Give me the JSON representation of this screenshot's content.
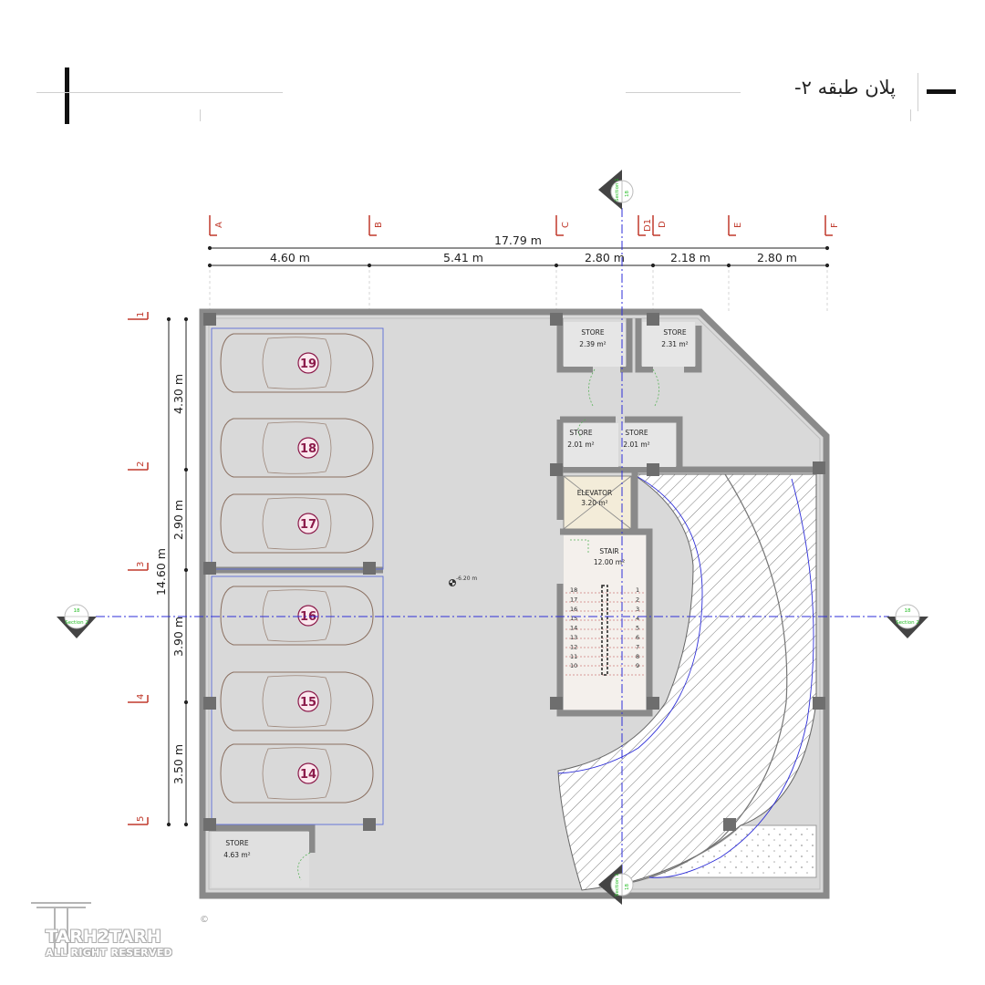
{
  "title": "پلان طبقه ۲-",
  "grid_x": [
    "A",
    "B",
    "C",
    "D1",
    "D",
    "E",
    "F"
  ],
  "grid_y": [
    "1",
    "2",
    "3",
    "4",
    "5"
  ],
  "dims_top": {
    "total": "17.79 m",
    "spans": [
      "4.60 m",
      "5.41 m",
      "2.80 m",
      "2.18 m",
      "2.80 m"
    ]
  },
  "dims_left": {
    "total": "14.60 m",
    "spans": [
      "4.30 m",
      "2.90 m",
      "3.90 m",
      "3.50 m"
    ]
  },
  "parking_numbers": [
    "19",
    "18",
    "17",
    "16",
    "15",
    "14"
  ],
  "rooms": {
    "store_1": {
      "name": "STORE",
      "area": "2.39 m²"
    },
    "store_2": {
      "name": "STORE",
      "area": "2.31 m²"
    },
    "store_3": {
      "name": "STORE",
      "area": "2.01 m²"
    },
    "store_4": {
      "name": "STORE",
      "area": "2.01 m²"
    },
    "elevator": {
      "name": "ELEVATOR",
      "area": "3.20 m²"
    },
    "stair": {
      "name": "STAIR",
      "area": "12.00 m²"
    },
    "store_5": {
      "name": "STORE",
      "area": "4.63 m²"
    }
  },
  "level_mark": "-6.20 m",
  "stair_steps_left": [
    "18",
    "17",
    "16",
    "15",
    "14",
    "13",
    "12",
    "11",
    "10"
  ],
  "stair_steps_right": [
    "1",
    "2",
    "3",
    "4",
    "5",
    "6",
    "7",
    "8",
    "9"
  ],
  "section_markers": {
    "top": {
      "label": "Section 1",
      "sheet": "18"
    },
    "bottom": {
      "label": "Section 1",
      "sheet": "18"
    },
    "left": {
      "label": "Section 2",
      "sheet": "18"
    },
    "right": {
      "label": "Section 2",
      "sheet": "18"
    }
  },
  "logo": {
    "name": "TARH2TARH",
    "subtitle": "ALL RIGHT RESERVED",
    "copyright": "©"
  },
  "colors": {
    "grid_label": "#c0392b",
    "section_line": "#2e2ed8",
    "parking_number": "#8b1a4a",
    "floor": "#d9d9d9",
    "wall": "#8a8a8a",
    "section_tag": "#22bb22"
  }
}
